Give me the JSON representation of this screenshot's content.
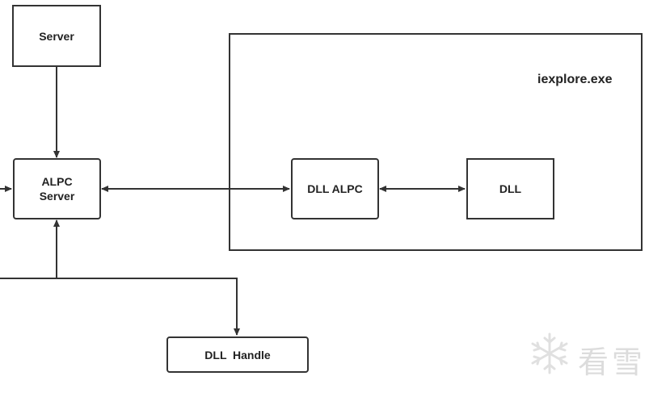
{
  "nodes": {
    "server": "Server",
    "alpc_server_line1": "ALPC",
    "alpc_server_line2": "Server",
    "dll_alpc": "DLL ALPC",
    "dll": "DLL",
    "dll_handle": "DLL  Handle"
  },
  "container": {
    "label": "iexplore.exe"
  },
  "watermark": {
    "text": "看雪",
    "icon": "snowflake-icon"
  },
  "colors": {
    "stroke": "#333333",
    "text": "#222222"
  }
}
